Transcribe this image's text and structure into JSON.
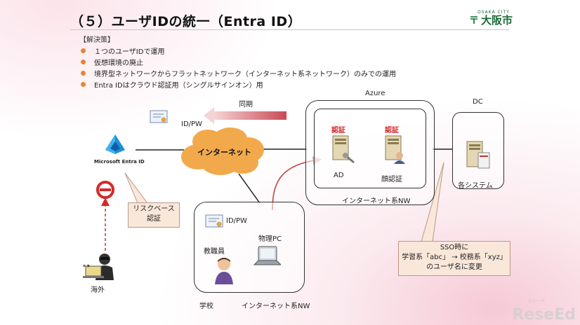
{
  "title": "（５）ユーザIDの統一（Entra ID）",
  "logo": {
    "name": "大阪市",
    "sub": "OSAKA CITY"
  },
  "solution_header": "【解決策】",
  "bullets": [
    "１つのユーザIDで運用",
    "仮想環境の廃止",
    "境界型ネットワークからフラットネットワーク（インターネット系ネットワーク）のみでの運用",
    "Entra IDはクラウド認証用（シングルサインオン）用"
  ],
  "diagram": {
    "sync_label": "同期",
    "idpw_top": "ID/PW",
    "entra_label": "Microsoft Entra ID",
    "internet_label": "インターネット",
    "risk_callout": [
      "リスクベース",
      "認証"
    ],
    "overseas_label": "海外",
    "azure_label": "Azure",
    "auth_label_1": "認証",
    "auth_label_2": "認証",
    "ad_label": "AD",
    "face_auth_label": "顔認証",
    "azure_nw_label": "インターネット系NW",
    "dc_label": "DC",
    "systems_label": "各システム",
    "school_idpw": "ID/PW",
    "staff_label": "教職員",
    "pc_label": "物理PC",
    "school_label": "学校",
    "school_nw_label": "インターネット系NW",
    "sso_callout": [
      "SSO時に",
      "学習系「abc」 → 校務系「xyz」",
      "のユーザ名に変更"
    ]
  },
  "watermark": "ReseEd",
  "watermark_sub": "リシード"
}
